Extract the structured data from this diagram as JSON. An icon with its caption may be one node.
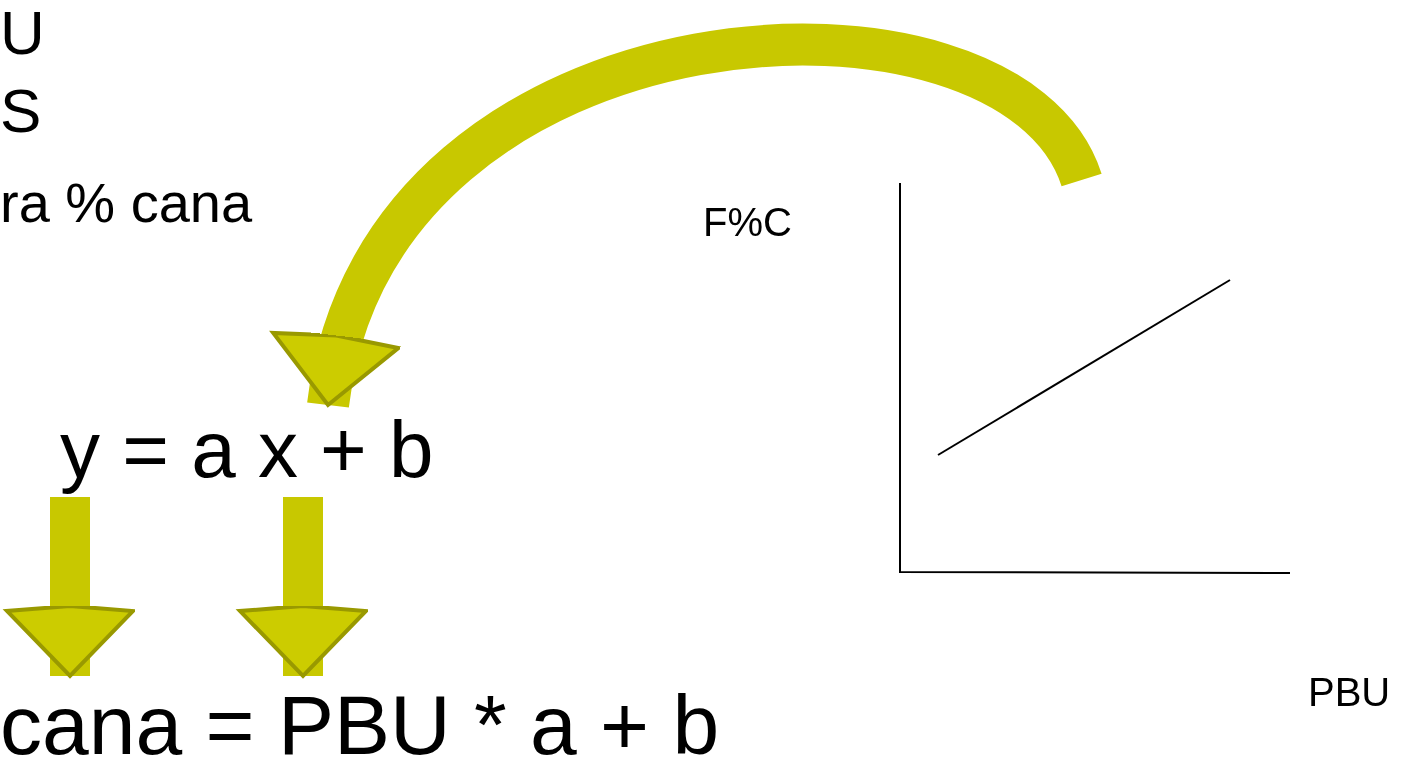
{
  "diagram": {
    "nodes": [
      {
        "text": [
          "y = a x + b"
        ]
      },
      {
        "text": [
          "cana = PBU * a + b"
        ]
      },
      {
        "text": [],
        "shape": "picture"
      }
    ],
    "edges": [
      {
        "from": 2,
        "to": 0,
        "arrow": "to"
      },
      {
        "from": 0,
        "to": 1,
        "arrow": "to"
      },
      {
        "from": 0,
        "to": 1,
        "arrow": "to"
      }
    ],
    "labels": [
      "U",
      "S",
      "ra % cana",
      "F%C",
      "PBU"
    ]
  }
}
